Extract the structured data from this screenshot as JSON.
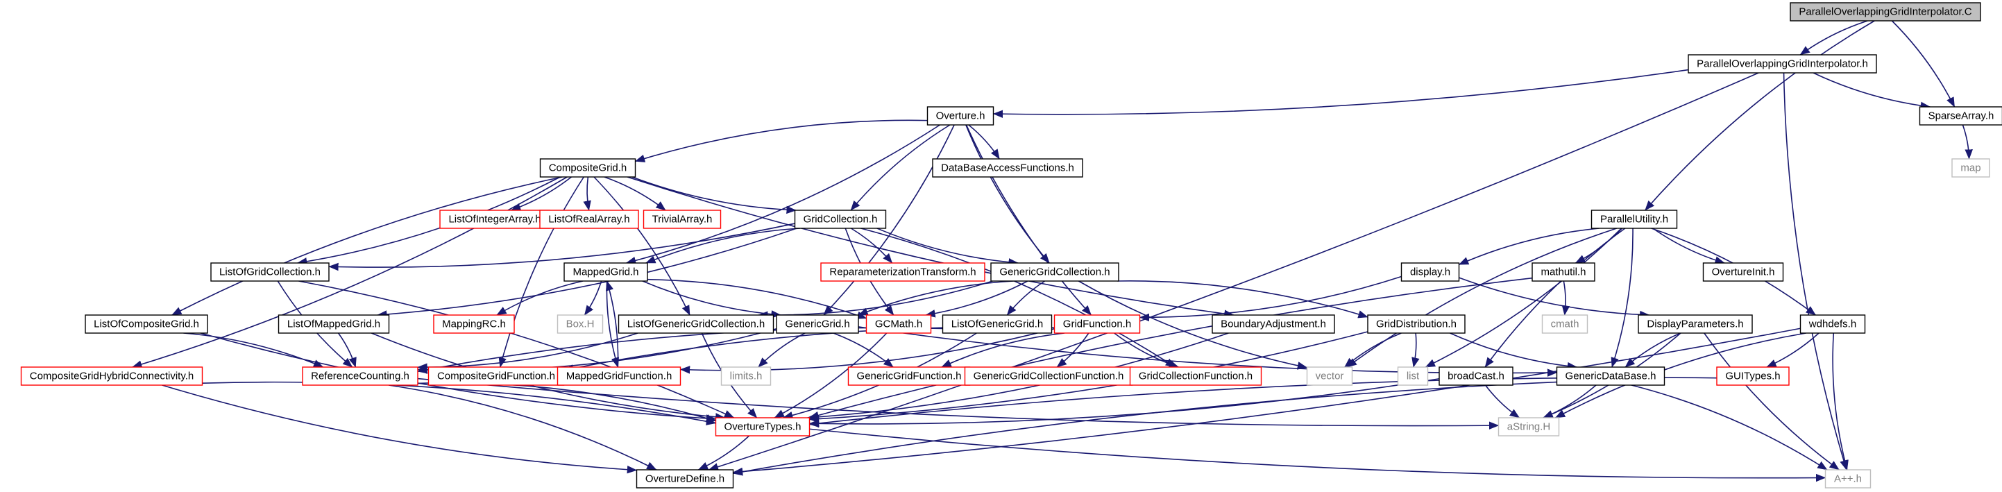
{
  "colors": {
    "edge": "#191970",
    "black_border": "#000000",
    "red_border": "#ff0000",
    "gray_border": "#bfbfbf",
    "root_fill": "#bfbfbf",
    "gray_text": "#7f7f7f"
  },
  "nodes": {
    "n0": {
      "label": "ParallelOverlappingGridInterpolator.C",
      "style": "root"
    },
    "n1": {
      "label": "ParallelOverlappingGridInterpolator.h",
      "style": "black"
    },
    "n2": {
      "label": "Overture.h",
      "style": "black"
    },
    "n3": {
      "label": "SparseArray.h",
      "style": "black"
    },
    "n4": {
      "label": "map",
      "style": "gray"
    },
    "n5": {
      "label": "CompositeGrid.h",
      "style": "black"
    },
    "n6": {
      "label": "DataBaseAccessFunctions.h",
      "style": "black"
    },
    "n7": {
      "label": "ListOfIntegerArray.h",
      "style": "red"
    },
    "n8": {
      "label": "ListOfRealArray.h",
      "style": "red"
    },
    "n9": {
      "label": "TrivialArray.h",
      "style": "red"
    },
    "n10": {
      "label": "GridCollection.h",
      "style": "black"
    },
    "n11": {
      "label": "ParallelUtility.h",
      "style": "black"
    },
    "n12": {
      "label": "ListOfGridCollection.h",
      "style": "black"
    },
    "n13": {
      "label": "MappedGrid.h",
      "style": "black"
    },
    "n14": {
      "label": "ReparameterizationTransform.h",
      "style": "red"
    },
    "n15": {
      "label": "GenericGridCollection.h",
      "style": "black"
    },
    "n16": {
      "label": "display.h",
      "style": "black"
    },
    "n17": {
      "label": "mathutil.h",
      "style": "black"
    },
    "n18": {
      "label": "OvertureInit.h",
      "style": "black"
    },
    "n19": {
      "label": "ListOfCompositeGrid.h",
      "style": "black"
    },
    "n20": {
      "label": "ListOfMappedGrid.h",
      "style": "black"
    },
    "n21": {
      "label": "MappingRC.h",
      "style": "red"
    },
    "n22": {
      "label": "Box.H",
      "style": "gray"
    },
    "n23": {
      "label": "ListOfGenericGridCollection.h",
      "style": "black"
    },
    "n24": {
      "label": "GenericGrid.h",
      "style": "black"
    },
    "n25": {
      "label": "GCMath.h",
      "style": "red"
    },
    "n26": {
      "label": "ListOfGenericGrid.h",
      "style": "black"
    },
    "n27": {
      "label": "GridFunction.h",
      "style": "red"
    },
    "n28": {
      "label": "BoundaryAdjustment.h",
      "style": "black"
    },
    "n29": {
      "label": "GridDistribution.h",
      "style": "black"
    },
    "n30": {
      "label": "cmath",
      "style": "gray"
    },
    "n31": {
      "label": "DisplayParameters.h",
      "style": "black"
    },
    "n32": {
      "label": "wdhdefs.h",
      "style": "black"
    },
    "n33": {
      "label": "CompositeGridHybridConnectivity.h",
      "style": "red"
    },
    "n34": {
      "label": "ReferenceCounting.h",
      "style": "red"
    },
    "n35": {
      "label": "CompositeGridFunction.h",
      "style": "red"
    },
    "n36": {
      "label": "MappedGridFunction.h",
      "style": "red"
    },
    "n37": {
      "label": "limits.h",
      "style": "gray"
    },
    "n38": {
      "label": "GenericGridFunction.h",
      "style": "red"
    },
    "n39": {
      "label": "GenericGridCollectionFunction.h",
      "style": "red"
    },
    "n40": {
      "label": "GridCollectionFunction.h",
      "style": "red"
    },
    "n41": {
      "label": "vector",
      "style": "gray"
    },
    "n42": {
      "label": "list",
      "style": "gray"
    },
    "n43": {
      "label": "broadCast.h",
      "style": "black"
    },
    "n44": {
      "label": "GenericDataBase.h",
      "style": "black"
    },
    "n45": {
      "label": "GUITypes.h",
      "style": "red"
    },
    "n46": {
      "label": "OvertureTypes.h",
      "style": "red"
    },
    "n47": {
      "label": "aString.H",
      "style": "gray"
    },
    "n48": {
      "label": "OvertureDefine.h",
      "style": "black"
    },
    "n49": {
      "label": "A++.h",
      "style": "gray"
    }
  },
  "edges": [
    [
      "n0",
      "n1"
    ],
    [
      "n0",
      "n3"
    ],
    [
      "n0",
      "n11"
    ],
    [
      "n1",
      "n2"
    ],
    [
      "n1",
      "n3"
    ],
    [
      "n1",
      "n48"
    ],
    [
      "n1",
      "n49"
    ],
    [
      "n3",
      "n4"
    ],
    [
      "n2",
      "n5"
    ],
    [
      "n2",
      "n6"
    ],
    [
      "n2",
      "n10"
    ],
    [
      "n2",
      "n13"
    ],
    [
      "n2",
      "n15"
    ],
    [
      "n2",
      "n24"
    ],
    [
      "n2",
      "n27"
    ],
    [
      "n5",
      "n7"
    ],
    [
      "n5",
      "n8"
    ],
    [
      "n5",
      "n9"
    ],
    [
      "n5",
      "n10"
    ],
    [
      "n5",
      "n12"
    ],
    [
      "n5",
      "n19"
    ],
    [
      "n5",
      "n23"
    ],
    [
      "n5",
      "n28"
    ],
    [
      "n5",
      "n33"
    ],
    [
      "n5",
      "n35"
    ],
    [
      "n10",
      "n12"
    ],
    [
      "n10",
      "n13"
    ],
    [
      "n10",
      "n14"
    ],
    [
      "n10",
      "n15"
    ],
    [
      "n10",
      "n20"
    ],
    [
      "n10",
      "n25"
    ],
    [
      "n10",
      "n40"
    ],
    [
      "n11",
      "n16"
    ],
    [
      "n11",
      "n17"
    ],
    [
      "n11",
      "n18"
    ],
    [
      "n11",
      "n32"
    ],
    [
      "n11",
      "n41"
    ],
    [
      "n11",
      "n42"
    ],
    [
      "n11",
      "n43"
    ],
    [
      "n11",
      "n44"
    ],
    [
      "n12",
      "n34"
    ],
    [
      "n12",
      "n46"
    ],
    [
      "n13",
      "n21"
    ],
    [
      "n13",
      "n22"
    ],
    [
      "n13",
      "n24"
    ],
    [
      "n13",
      "n25"
    ],
    [
      "n13",
      "n36"
    ],
    [
      "n15",
      "n23"
    ],
    [
      "n15",
      "n24"
    ],
    [
      "n15",
      "n25"
    ],
    [
      "n15",
      "n26"
    ],
    [
      "n15",
      "n29"
    ],
    [
      "n15",
      "n41"
    ],
    [
      "n16",
      "n27"
    ],
    [
      "n16",
      "n31"
    ],
    [
      "n17",
      "n30"
    ],
    [
      "n17",
      "n46"
    ],
    [
      "n19",
      "n34"
    ],
    [
      "n19",
      "n46"
    ],
    [
      "n20",
      "n34"
    ],
    [
      "n20",
      "n46"
    ],
    [
      "n23",
      "n34"
    ],
    [
      "n23",
      "n46"
    ],
    [
      "n24",
      "n34"
    ],
    [
      "n24",
      "n37"
    ],
    [
      "n24",
      "n38"
    ],
    [
      "n24",
      "n44"
    ],
    [
      "n25",
      "n46"
    ],
    [
      "n26",
      "n34"
    ],
    [
      "n26",
      "n46"
    ],
    [
      "n27",
      "n35"
    ],
    [
      "n27",
      "n36"
    ],
    [
      "n27",
      "n38"
    ],
    [
      "n27",
      "n39"
    ],
    [
      "n27",
      "n40"
    ],
    [
      "n28",
      "n46"
    ],
    [
      "n29",
      "n41"
    ],
    [
      "n29",
      "n42"
    ],
    [
      "n29",
      "n44"
    ],
    [
      "n29",
      "n46"
    ],
    [
      "n31",
      "n44"
    ],
    [
      "n31",
      "n47"
    ],
    [
      "n31",
      "n49"
    ],
    [
      "n32",
      "n45"
    ],
    [
      "n32",
      "n47"
    ],
    [
      "n32",
      "n48"
    ],
    [
      "n32",
      "n49"
    ],
    [
      "n33",
      "n46"
    ],
    [
      "n33",
      "n48"
    ],
    [
      "n34",
      "n46"
    ],
    [
      "n34",
      "n47"
    ],
    [
      "n34",
      "n48"
    ],
    [
      "n36",
      "n13"
    ],
    [
      "n43",
      "n46"
    ],
    [
      "n43",
      "n47"
    ],
    [
      "n44",
      "n47"
    ],
    [
      "n44",
      "n48"
    ],
    [
      "n44",
      "n49"
    ],
    [
      "n45",
      "n46"
    ],
    [
      "n46",
      "n48"
    ],
    [
      "n46",
      "n49"
    ]
  ]
}
